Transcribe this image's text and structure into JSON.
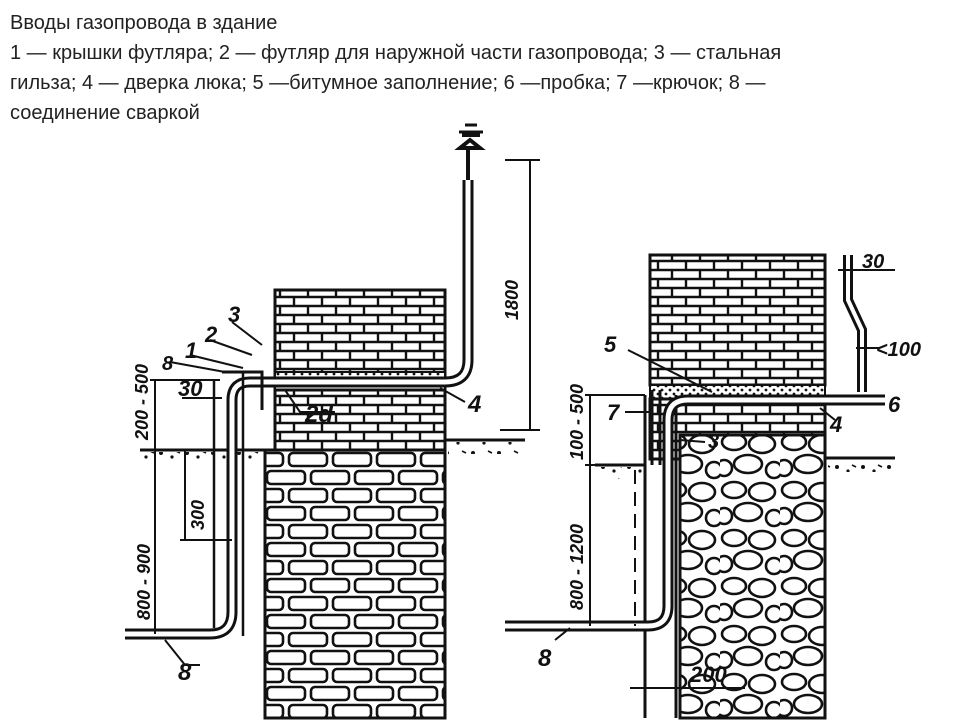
{
  "caption": {
    "title": "Вводы газопровода в здание",
    "lines": [
      "1 — крышки футляра; 2 — футляр для наружной части газопровода; 3 — стальная",
      "гильза; 4 — дверка люка; 5 —битумное заполнение; 6 —пробка; 7 —крючок; 8 —",
      "соединение сваркой"
    ]
  },
  "left_drawing": {
    "callouts": [
      "3",
      "2",
      "1",
      "8",
      "30",
      "2d",
      "4",
      "8"
    ],
    "dimensions": [
      "200 - 500",
      "300",
      "800 - 900",
      "1800"
    ]
  },
  "right_drawing": {
    "callouts": [
      "5",
      "7",
      "3",
      "30",
      "<100",
      "6",
      "4",
      "8"
    ],
    "dimensions": [
      "100 - 500",
      "800 - 1200",
      "200"
    ]
  }
}
